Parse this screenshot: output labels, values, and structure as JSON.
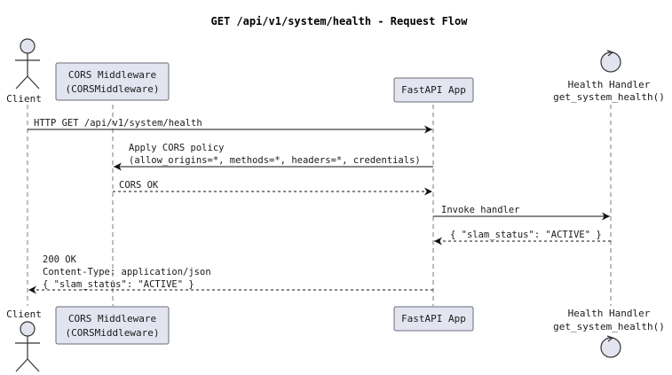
{
  "title": "GET /api/v1/system/health - Request Flow",
  "participants": {
    "client": {
      "label": "Client",
      "kind": "actor"
    },
    "cors": {
      "line1": "CORS Middleware",
      "line2": "(CORSMiddleware)",
      "kind": "participant"
    },
    "fastapi": {
      "label": "FastAPI App",
      "kind": "participant"
    },
    "handler": {
      "line1": "Health Handler",
      "line2": "get_system_health()",
      "kind": "control"
    }
  },
  "messages": [
    {
      "from": "Client",
      "to": "FastAPI App",
      "style": "solid",
      "lines": [
        "HTTP GET /api/v1/system/health"
      ]
    },
    {
      "from": "FastAPI App",
      "to": "CORS Middleware",
      "style": "solid",
      "lines": [
        "Apply CORS policy",
        "(allow_origins=*, methods=*, headers=*, credentials)"
      ]
    },
    {
      "from": "CORS Middleware",
      "to": "FastAPI App",
      "style": "dashed",
      "lines": [
        "CORS OK"
      ]
    },
    {
      "from": "FastAPI App",
      "to": "Health Handler",
      "style": "solid",
      "lines": [
        "Invoke handler"
      ]
    },
    {
      "from": "Health Handler",
      "to": "FastAPI App",
      "style": "dashed",
      "lines": [
        "{ \"slam_status\": \"ACTIVE\" }"
      ]
    },
    {
      "from": "FastAPI App",
      "to": "Client",
      "style": "dashed",
      "lines": [
        "200 OK",
        "Content-Type: application/json",
        "{ \"slam_status\": \"ACTIVE\" }"
      ]
    }
  ]
}
